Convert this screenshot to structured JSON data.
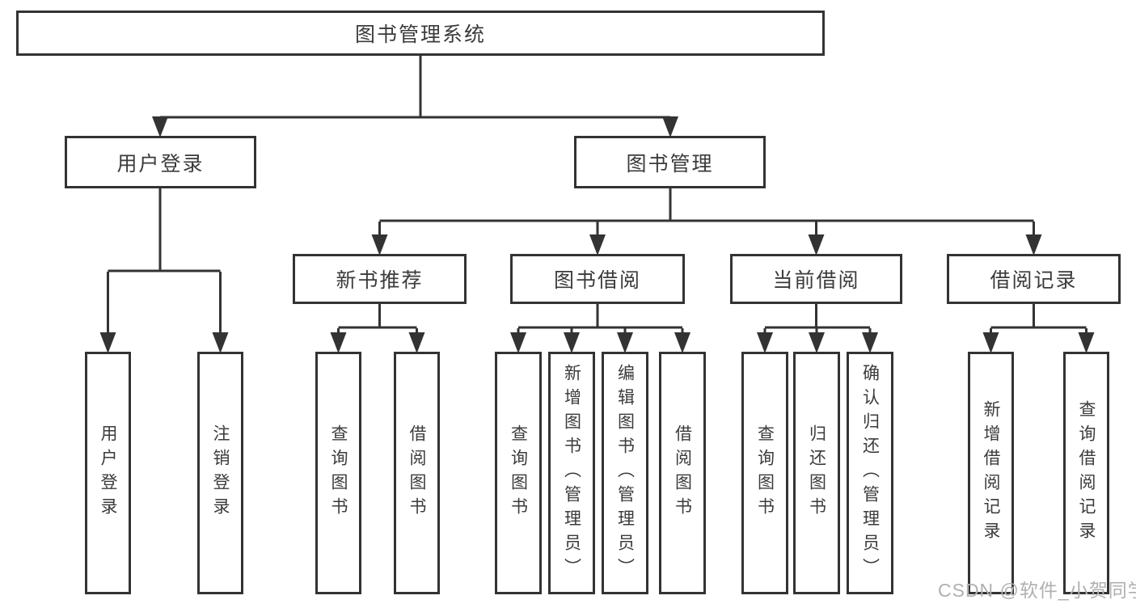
{
  "diagram": {
    "root": {
      "label": "图书管理系统"
    },
    "branches": [
      {
        "label": "用户登录",
        "children": [
          {
            "label": "用户登录"
          },
          {
            "label": "注销登录"
          }
        ]
      },
      {
        "label": "图书管理",
        "children": [
          {
            "label": "新书推荐",
            "children": [
              {
                "label": "查询图书"
              },
              {
                "label": "借阅图书"
              }
            ]
          },
          {
            "label": "图书借阅",
            "children": [
              {
                "label": "查询图书"
              },
              {
                "label": "新增图书（管理员）"
              },
              {
                "label": "编辑图书（管理员）"
              },
              {
                "label": "借阅图书"
              }
            ]
          },
          {
            "label": "当前借阅",
            "children": [
              {
                "label": "查询图书"
              },
              {
                "label": "归还图书"
              },
              {
                "label": "确认归还（管理员）"
              }
            ]
          },
          {
            "label": "借阅记录",
            "children": [
              {
                "label": "新增借阅记录"
              },
              {
                "label": "查询借阅记录"
              }
            ]
          }
        ]
      }
    ]
  },
  "watermark": "CSDN @软件_小贺同学",
  "colors": {
    "line": "#333333",
    "text": "#3b3b3b",
    "background": "#ffffff",
    "watermark": "#b0b0b0"
  }
}
